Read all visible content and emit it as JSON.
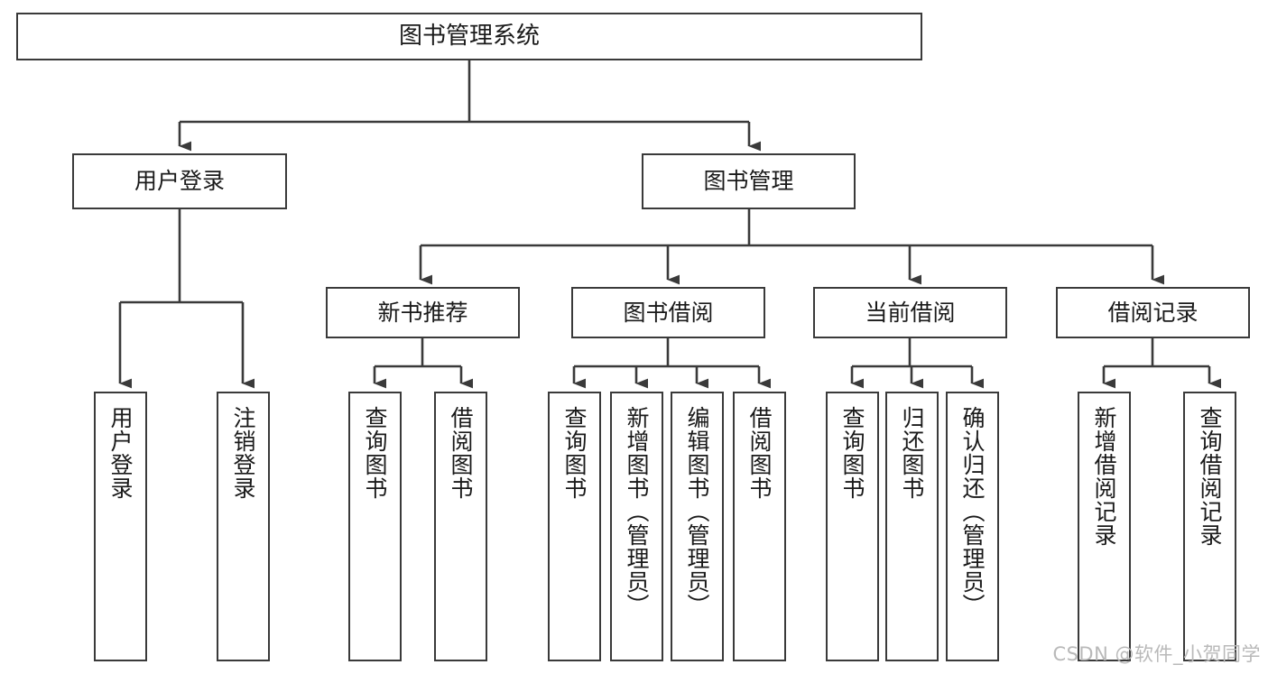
{
  "diagram": {
    "title": "图书管理系统",
    "type": "hierarchy-tree",
    "watermark": "CSDN @软件_小贺同学",
    "colors": {
      "box_border": "#3a3a3a",
      "box_fill": "#ffffff",
      "connector": "#3a3a3a",
      "text": "#1a1a1a",
      "watermark": "#b9b9b9",
      "background": "#ffffff"
    },
    "root": {
      "label": "图书管理系统"
    },
    "level2": [
      {
        "label": "用户登录"
      },
      {
        "label": "图书管理"
      }
    ],
    "level3": [
      {
        "label": "新书推荐"
      },
      {
        "label": "图书借阅"
      },
      {
        "label": "当前借阅"
      },
      {
        "label": "借阅记录"
      }
    ],
    "leaves": {
      "user_login": [
        {
          "label": "用户登录"
        },
        {
          "label": "注销登录"
        }
      ],
      "new_book_recommend": [
        {
          "label": "查询图书"
        },
        {
          "label": "借阅图书"
        }
      ],
      "book_borrow": [
        {
          "label": "查询图书"
        },
        {
          "label": "新增图书（管理员）"
        },
        {
          "label": "编辑图书（管理员）"
        },
        {
          "label": "借阅图书"
        }
      ],
      "current_borrow": [
        {
          "label": "查询图书"
        },
        {
          "label": "归还图书"
        },
        {
          "label": "确认归还（管理员）"
        }
      ],
      "borrow_record": [
        {
          "label": "新增借阅记录"
        },
        {
          "label": "查询借阅记录"
        }
      ]
    }
  }
}
